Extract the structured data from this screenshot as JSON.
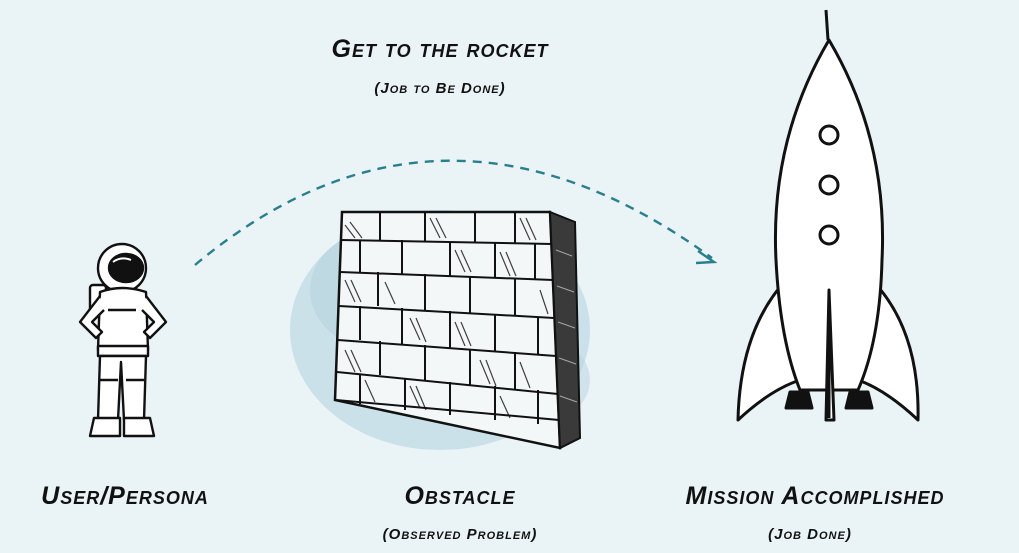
{
  "goal": {
    "title": "Get to the rocket",
    "subtitle": "(Job to Be Done)"
  },
  "user": {
    "label": "User/Persona"
  },
  "obstacle": {
    "label": "Obstacle",
    "subtitle": "(Observed Problem)"
  },
  "mission": {
    "label": "Mission Accomplished",
    "subtitle": "(Job Done)"
  },
  "colors": {
    "background": "#eaf3f6",
    "arrow": "#2a7f8f",
    "ink": "#111111",
    "wall_wash": "#c6dde6"
  },
  "icons": {
    "astronaut": "astronaut-icon",
    "wall": "brick-wall-icon",
    "rocket": "rocket-icon",
    "arrow": "dashed-arc-arrow"
  }
}
